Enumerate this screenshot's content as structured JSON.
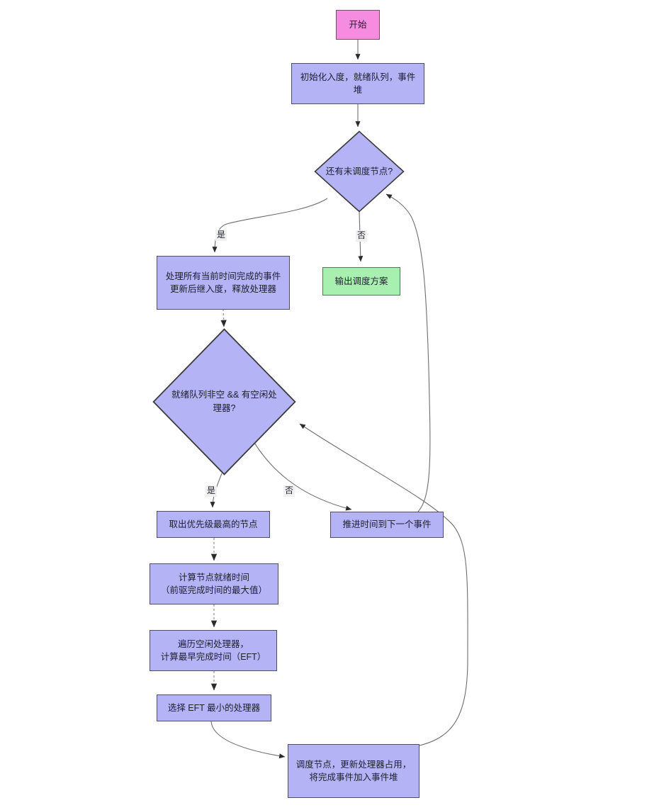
{
  "diagram": {
    "type": "flowchart",
    "title": "",
    "language": "zh-CN",
    "colors": {
      "process_fill": "#b3b3f5",
      "process_stroke": "#4d4d66",
      "start_fill": "#f58ce0",
      "start_stroke": "#7a4a6e",
      "terminal_fill": "#a8f0b0",
      "terminal_stroke": "#4d7a52",
      "edge_stroke": "#4d4d4d",
      "text": "#1f1f2e",
      "background": "#ffffff"
    },
    "nodes": {
      "start": {
        "label": "开始",
        "shape": "rectangle",
        "kind": "start"
      },
      "init": {
        "label": "初始化入度，就绪队列，事件堆",
        "shape": "rectangle",
        "kind": "process"
      },
      "decision_unscheduled": {
        "label": "还有未调度节点?",
        "shape": "diamond",
        "kind": "decision"
      },
      "process_events": {
        "label": "处理所有当前时间完成的事件\n更新后继入度，释放处理器",
        "shape": "rectangle",
        "kind": "process"
      },
      "output": {
        "label": "输出调度方案",
        "shape": "rectangle",
        "kind": "terminal"
      },
      "decision_ready": {
        "label": "就绪队列非空 && 有空闲处理器?",
        "shape": "diamond",
        "kind": "decision"
      },
      "pop_highest": {
        "label": "取出优先级最高的节点",
        "shape": "rectangle",
        "kind": "process"
      },
      "compute_ready_time": {
        "label": "计算节点就绪时间\n（前驱完成时间的最大值）",
        "shape": "rectangle",
        "kind": "process"
      },
      "scan_idle": {
        "label": "遍历空闲处理器，\n计算最早完成时间（EFT）",
        "shape": "rectangle",
        "kind": "process"
      },
      "select_min_eft": {
        "label": "选择 EFT 最小的处理器",
        "shape": "rectangle",
        "kind": "process"
      },
      "advance_time": {
        "label": "推进时间到下一个事件",
        "shape": "rectangle",
        "kind": "process"
      },
      "schedule_node": {
        "label": "调度节点，更新处理器占用，\n将完成事件加入事件堆",
        "shape": "rectangle",
        "kind": "process"
      }
    },
    "edges": [
      {
        "from": "start",
        "to": "init",
        "label": "",
        "style": "solid"
      },
      {
        "from": "init",
        "to": "decision_unscheduled",
        "label": "",
        "style": "solid"
      },
      {
        "from": "decision_unscheduled",
        "to": "process_events",
        "label": "是",
        "style": "solid"
      },
      {
        "from": "decision_unscheduled",
        "to": "output",
        "label": "否",
        "style": "solid"
      },
      {
        "from": "process_events",
        "to": "decision_ready",
        "label": "",
        "style": "dashed"
      },
      {
        "from": "decision_ready",
        "to": "pop_highest",
        "label": "是",
        "style": "solid"
      },
      {
        "from": "decision_ready",
        "to": "advance_time",
        "label": "否",
        "style": "solid"
      },
      {
        "from": "pop_highest",
        "to": "compute_ready_time",
        "label": "",
        "style": "dashed"
      },
      {
        "from": "compute_ready_time",
        "to": "scan_idle",
        "label": "",
        "style": "dashed"
      },
      {
        "from": "scan_idle",
        "to": "select_min_eft",
        "label": "",
        "style": "dashed"
      },
      {
        "from": "select_min_eft",
        "to": "schedule_node",
        "label": "",
        "style": "solid"
      },
      {
        "from": "schedule_node",
        "to": "decision_ready",
        "label": "",
        "style": "solid"
      },
      {
        "from": "advance_time",
        "to": "decision_unscheduled",
        "label": "",
        "style": "solid"
      }
    ],
    "edge_labels": {
      "yes": "是",
      "no": "否"
    }
  }
}
